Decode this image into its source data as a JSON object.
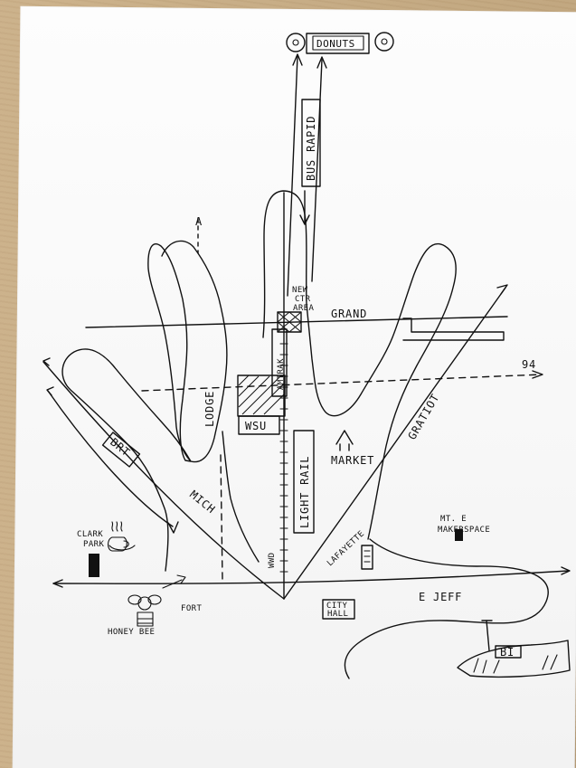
{
  "labels": {
    "donuts": "DONUTS",
    "bus_rapid": "BUS RAPID",
    "a": "A",
    "new_ctr_area_top": "NEW",
    "new_ctr_area_mid": "CTR",
    "new_ctr_area_bottom": "AREA",
    "grand": "GRAND",
    "amtrak": "AMTRAK",
    "lodge": "LODGE",
    "wsu": "WSU",
    "light_rail": "LIGHT RAIL",
    "market": "MARKET",
    "gratiot": "GRATIOT",
    "route_94": "94",
    "brt": "BRT",
    "mich": "MICH",
    "clark_park_top": "CLARK",
    "clark_park_bottom": "PARK",
    "honey_bee": "HONEY BEE",
    "fort": "FORT",
    "wwd": "WWD",
    "lafayette": "LAFAYETTE",
    "city_hall_top": "CITY",
    "city_hall_bottom": "HALL",
    "e_jeff": "E JEFF",
    "mt_e_top": "MT. E",
    "mt_e_bottom": "MAKERSPACE",
    "bi": "BI"
  },
  "icons": {
    "donut_left": "donut-icon",
    "donut_right": "donut-icon",
    "coffee": "coffee-cup-icon",
    "bee": "bee-icon",
    "market": "market-arrow-icon",
    "building": "building-icon",
    "lighthouse": "lighthouse-icon"
  },
  "colors": {
    "paper": "#f8f8f8",
    "ink": "#111111",
    "table": "#c9ad84"
  }
}
